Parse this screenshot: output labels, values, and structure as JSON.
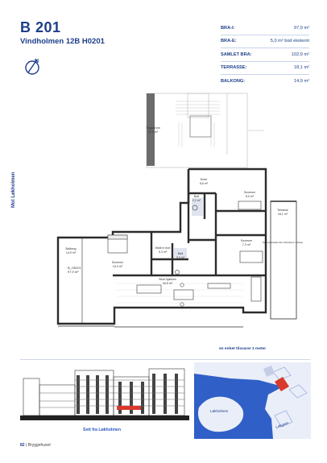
{
  "header": {
    "title": "B 201",
    "subtitle": "Vindholmen 12B H0201"
  },
  "areas": [
    {
      "label": "BRA-I:",
      "value": "97,9 m²"
    },
    {
      "label": "BRA-E:",
      "value": "5,0 m² bod eksternt"
    },
    {
      "label": "SAMLET BRA:",
      "value": "102,9 m²"
    },
    {
      "label": "TERRASSE:",
      "value": "18,1 m²"
    },
    {
      "label": "BALKONG:",
      "value": "14,9 m²"
    }
  ],
  "side_label": "Mot Løkholmen",
  "plan": {
    "rooms": {
      "trapperom": "Trapperom",
      "trapperom_area": "21,0 m²",
      "entre": "Entré",
      "entre_area": "8,6 m²",
      "bad1": "Bad",
      "bad1_area": "2,2 m²",
      "sov1": "Soverom",
      "sov1_area": "8,0 m²",
      "sov2": "Soverom",
      "sov2_area": "7,3 m²",
      "sov3": "Soverom",
      "sov3_area": "10,9 m²",
      "walkin": "Walk in bod",
      "walkin_area": "5,3 m²",
      "bad2": "Bad",
      "bad2_area": "5,0 m²",
      "stue": "Stue/ kjøkken",
      "stue_area": "40,5 m²",
      "balkong": "Balkong",
      "balkong_area": "14,9 m²",
      "terrasse": "Terrasse",
      "terrasse_area": "18,1 m²",
      "note": "Sameiearealet kan inkluderes i skisse",
      "unit_code": "B_H0201",
      "unit_area": "97,9 m²"
    }
  },
  "scale_note": "en enhet tilsvarer 1 meter",
  "facade_caption": "Sett fra Løkholmen",
  "map": {
    "label1": "Løkholmen",
    "label2": "Løkgata"
  },
  "footer": {
    "page": "82",
    "name": "Bryggehuset"
  }
}
